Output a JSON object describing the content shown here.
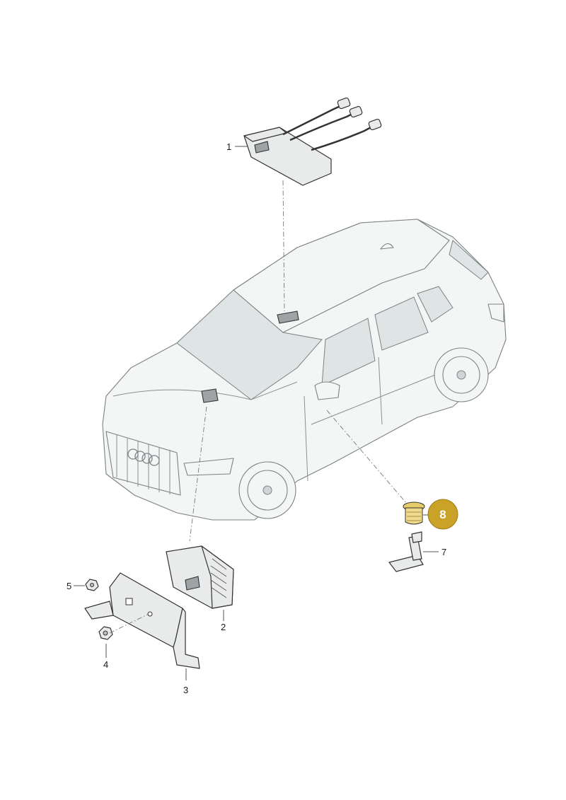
{
  "callouts": [
    {
      "id": "1",
      "text": "1"
    },
    {
      "id": "2",
      "text": "2"
    },
    {
      "id": "3",
      "text": "3"
    },
    {
      "id": "4",
      "text": "4"
    },
    {
      "id": "5",
      "text": "5"
    },
    {
      "id": "7",
      "text": "7"
    },
    {
      "id": "8",
      "text": "8"
    }
  ],
  "highlight": {
    "badge_color": "#c9a227",
    "badge_text": "8"
  }
}
